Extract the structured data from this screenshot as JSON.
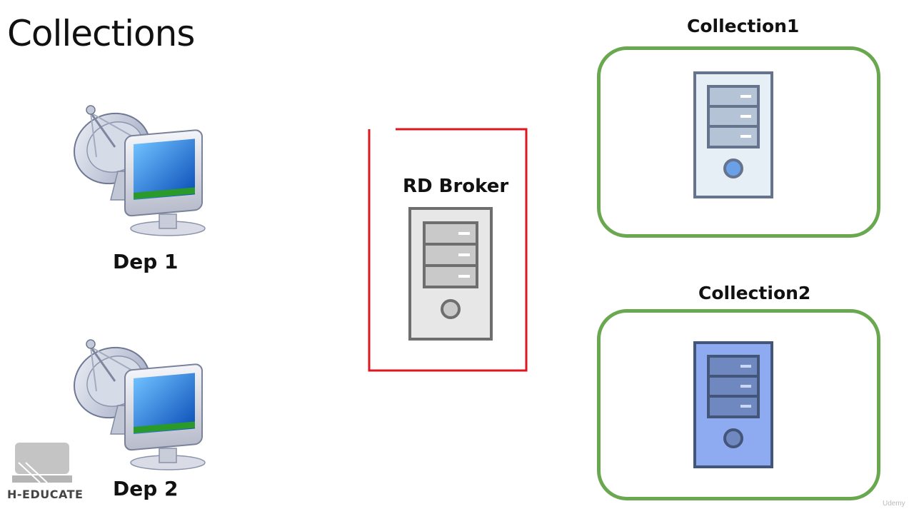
{
  "slide": {
    "title": "Collections"
  },
  "clients": [
    {
      "label": "Dep 1",
      "icon": "remote-desktop-client-icon"
    },
    {
      "label": "Dep 2",
      "icon": "remote-desktop-client-icon"
    }
  ],
  "broker": {
    "label": "RD Broker",
    "icon": "server-tower-icon",
    "frame_color": "#e0161f"
  },
  "collections": [
    {
      "label": "Collection1",
      "icon": "server-tower-icon",
      "border_color": "#6aa84f",
      "server_color": "#e6eef6"
    },
    {
      "label": "Collection2",
      "icon": "server-tower-icon",
      "border_color": "#6aa84f",
      "server_color": "#8eaaf0"
    }
  ],
  "branding": {
    "logo_text": "H-EDUCATE",
    "logo_icon": "laptop-logo-icon",
    "watermark_text": "Udemy"
  }
}
